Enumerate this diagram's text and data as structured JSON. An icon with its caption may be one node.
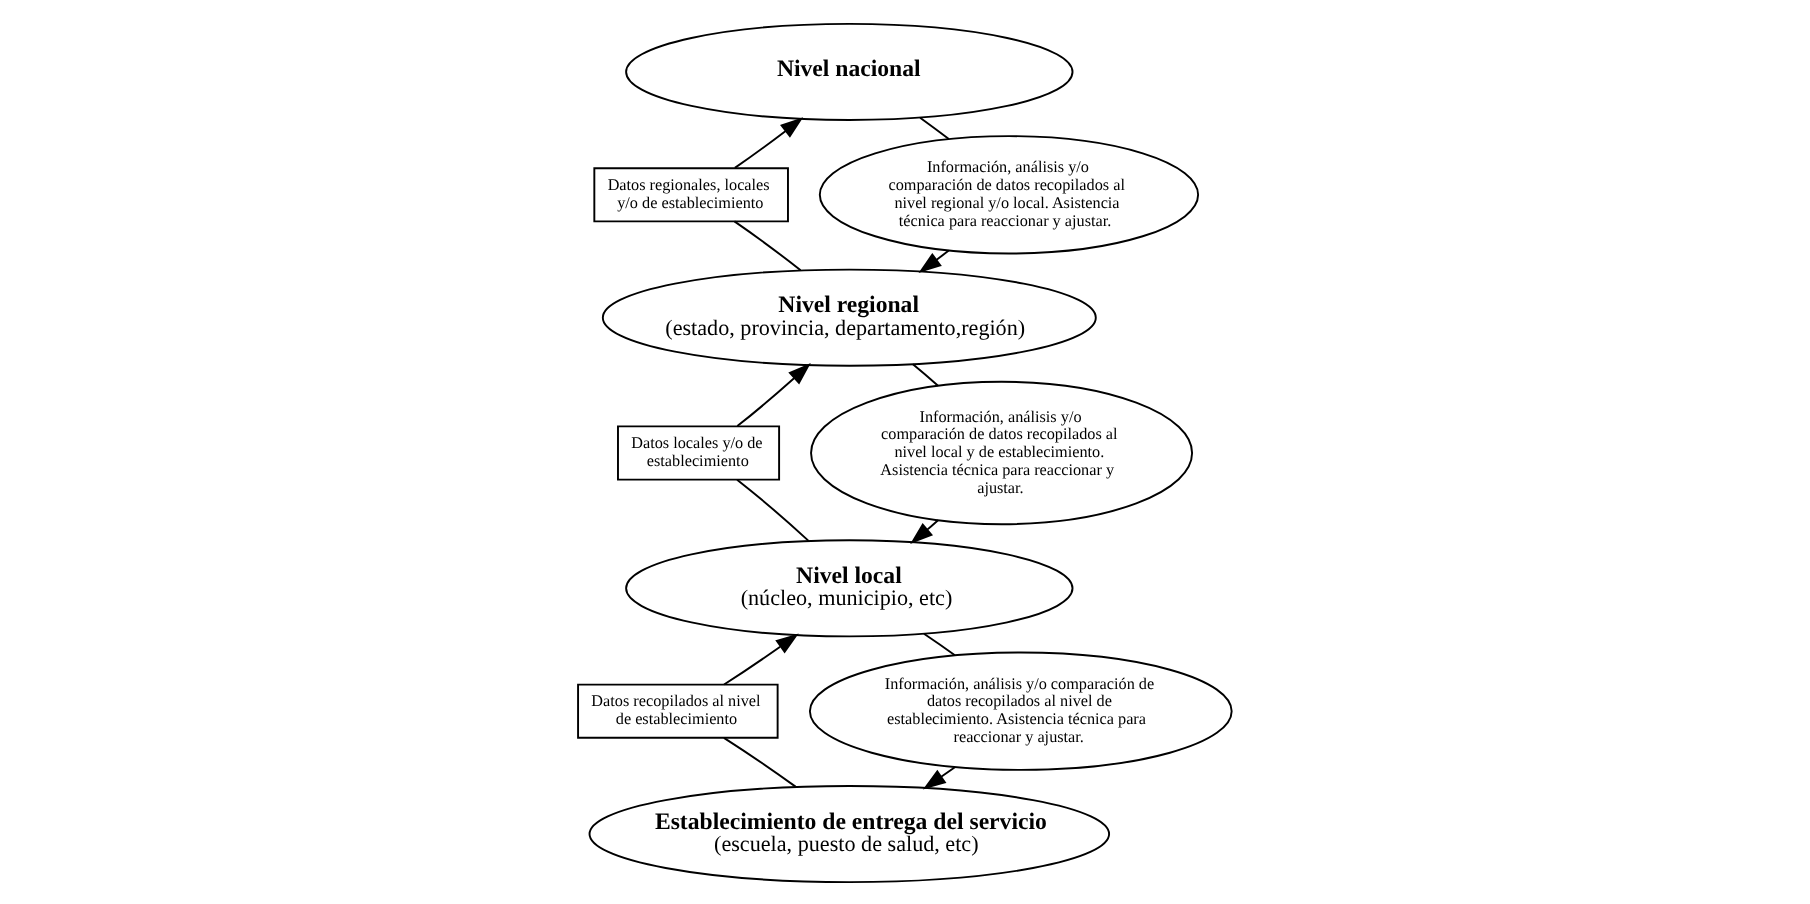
{
  "diagram": {
    "nodes": [
      {
        "text": [
          "Nivel nacional"
        ]
      },
      {
        "text": [
          "Nivel regional",
          "(estado, provincia, departamento,región)"
        ]
      },
      {
        "text": [
          "Nivel local",
          "(núcleo, municipio, etc)"
        ]
      },
      {
        "text": [
          "Establecimiento de entrega del servicio",
          "(escuela, puesto de salud, etc)"
        ]
      },
      {
        "text": [
          "Datos regionales, locales y/o de establecimiento"
        ]
      },
      {
        "text": [
          "Datos locales y/o de establecimiento"
        ]
      },
      {
        "text": [
          "Datos recopilados al nivel de establecimiento"
        ]
      },
      {
        "text": [
          "Información, análisis y/o comparación de datos recopilados al nivel regional y/o local. Asistencia técnica para reaccionar y ajustar."
        ]
      },
      {
        "text": [
          "Información, análisis y/o comparación de datos recopilados al nivel local y de establecimiento. Asistencia técnica para reaccionar y ajustar."
        ]
      },
      {
        "text": [
          "Información, análisis y/o comparación de datos recopilados al nivel de establecimiento. Asistencia técnica para reaccionar y ajustar."
        ]
      }
    ],
    "edges": [
      {
        "from": 1,
        "to": 4,
        "arrow": "none"
      },
      {
        "from": 4,
        "to": 0,
        "arrow": "to"
      },
      {
        "from": 2,
        "to": 5,
        "arrow": "none"
      },
      {
        "from": 5,
        "to": 1,
        "arrow": "to"
      },
      {
        "from": 3,
        "to": 6,
        "arrow": "none"
      },
      {
        "from": 6,
        "to": 2,
        "arrow": "to"
      },
      {
        "from": 0,
        "to": 7,
        "arrow": "none"
      },
      {
        "from": 7,
        "to": 1,
        "arrow": "to"
      },
      {
        "from": 1,
        "to": 8,
        "arrow": "none"
      },
      {
        "from": 8,
        "to": 2,
        "arrow": "to"
      },
      {
        "from": 2,
        "to": 9,
        "arrow": "none"
      },
      {
        "from": 9,
        "to": 3,
        "arrow": "to"
      }
    ]
  }
}
